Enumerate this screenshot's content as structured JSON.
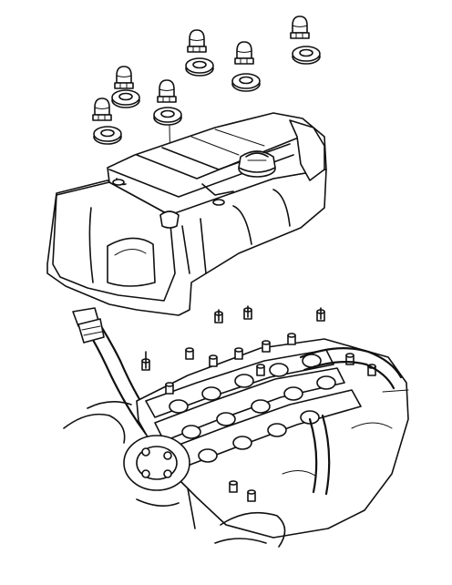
{
  "diagram": {
    "style": "black line-art exploded view",
    "colors": {
      "line": "#111111",
      "background": "#ffffff"
    },
    "components": {
      "cap_nuts": 6,
      "sealing_washers": 6,
      "cylinder_head_cover": 1,
      "oil_filler_cap": 1
    }
  }
}
